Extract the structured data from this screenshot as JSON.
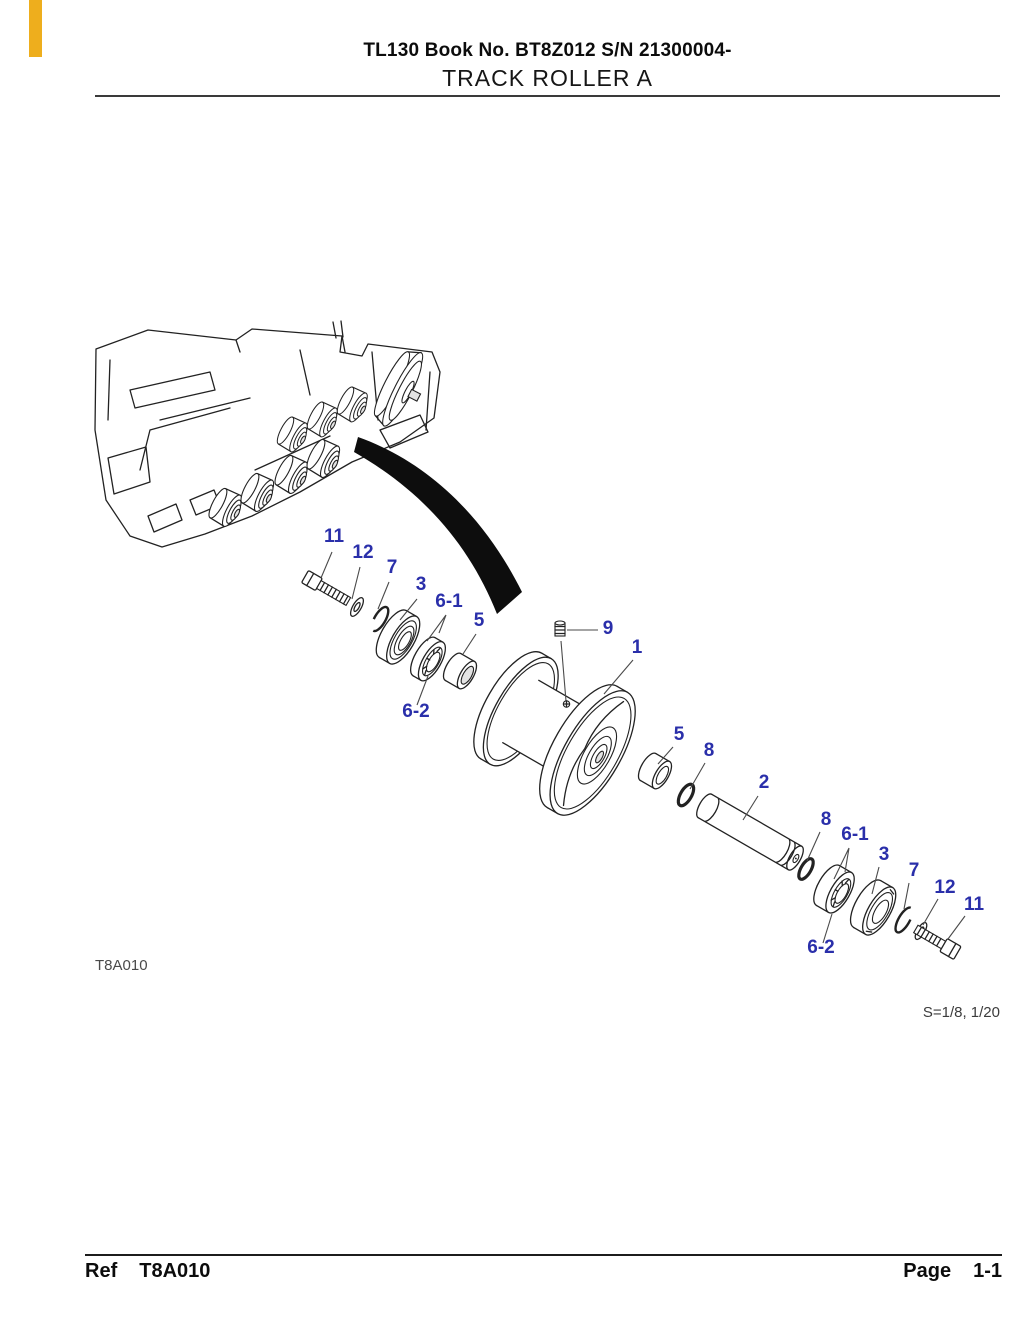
{
  "header": {
    "book_line": "TL130  Book No. BT8Z012 S/N 21300004-",
    "title": "TRACK ROLLER A"
  },
  "diagram": {
    "figure_code": "T8A010",
    "scale_note": "S=1/8, 1/20",
    "callouts": [
      {
        "label": "11"
      },
      {
        "label": "12"
      },
      {
        "label": "7"
      },
      {
        "label": "3"
      },
      {
        "label": "6-1"
      },
      {
        "label": "5"
      },
      {
        "label": "6-2"
      },
      {
        "label": "9"
      },
      {
        "label": "1"
      },
      {
        "label": "5"
      },
      {
        "label": "8"
      },
      {
        "label": "2"
      },
      {
        "label": "8"
      },
      {
        "label": "6-1"
      },
      {
        "label": "3"
      },
      {
        "label": "7"
      },
      {
        "label": "12"
      },
      {
        "label": "11"
      },
      {
        "label": "6-2"
      }
    ]
  },
  "footer": {
    "ref_label": "Ref",
    "ref_code": "T8A010",
    "page_label": "Page",
    "page_number": "1-1"
  },
  "colors": {
    "callout_blue": "#2a2faa",
    "bookmark_yellow": "#eeae1d",
    "line_dark": "#222222"
  }
}
